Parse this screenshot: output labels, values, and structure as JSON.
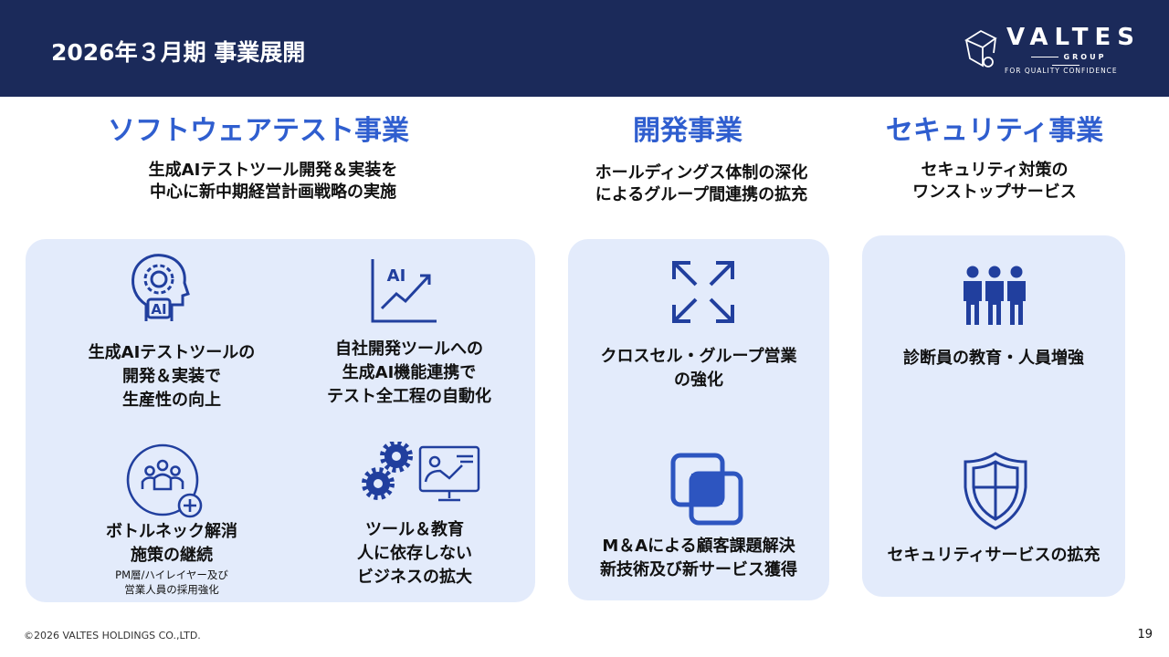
{
  "header": {
    "title": "2026年３月期 事業展開",
    "logo": {
      "name": "VALTES",
      "group": "GROUP",
      "tagline": "FOR QUALITY CONFIDENCE"
    }
  },
  "sections": [
    {
      "heading": "ソフトウェアテスト事業",
      "subtitle": [
        "生成AIテストツール開発＆実装を",
        "中心に新中期経営計画戦略の実施"
      ],
      "items": [
        {
          "icon": "ai-head-gear-icon",
          "lines": [
            "生成AIテストツールの",
            "開発＆実装で",
            "生産性の向上"
          ]
        },
        {
          "icon": "ai-growth-chart-icon",
          "icon_text": "AI",
          "lines": [
            "自社開発ツールへの",
            "生成AI機能連携で",
            "テスト全工程の自動化"
          ]
        },
        {
          "icon": "team-add-icon",
          "lines": [
            "ボトルネック解消",
            "施策の継続"
          ],
          "note": [
            "PM層/ハイレイヤー及び",
            "営業人員の採用強化"
          ]
        },
        {
          "icon": "gears-training-icon",
          "lines": [
            "ツール＆教育",
            "人に依存しない",
            "ビジネスの拡大"
          ]
        }
      ]
    },
    {
      "heading": "開発事業",
      "subtitle": [
        "ホールディングス体制の深化",
        "によるグループ間連携の拡充"
      ],
      "items": [
        {
          "icon": "expand-arrows-icon",
          "lines": [
            "クロスセル・グループ営業",
            "の強化"
          ]
        },
        {
          "icon": "overlapping-squares-icon",
          "lines": [
            "M＆Aによる顧客課題解決",
            "新技術及び新サービス獲得"
          ]
        }
      ]
    },
    {
      "heading": "セキュリティ事業",
      "subtitle": [
        "セキュリティ対策の",
        "ワンストップサービス"
      ],
      "items": [
        {
          "icon": "people-icon",
          "lines": [
            "診断員の教育・人員増強"
          ]
        },
        {
          "icon": "shield-icon",
          "lines": [
            "セキュリティサービスの拡充"
          ]
        }
      ]
    }
  ],
  "colors": {
    "header": "#1b2a5a",
    "accent": "#2f5ecf",
    "panel": "#e3ebfb",
    "icon": "#213f9e"
  },
  "footer": {
    "copyright": "©2026 VALTES HOLDINGS CO.,LTD.",
    "page": "19"
  }
}
